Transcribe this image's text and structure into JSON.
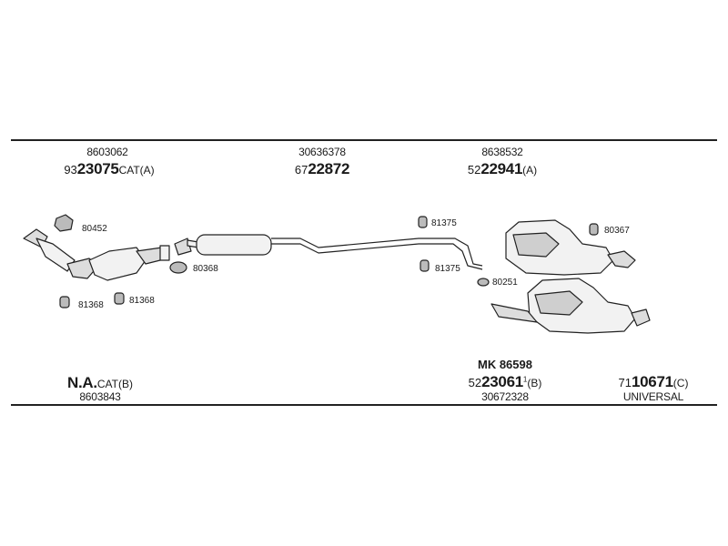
{
  "top_parts": [
    {
      "oe_number": "8603062",
      "prefix": "93",
      "main": "23075",
      "suffix": "CAT(A)"
    },
    {
      "oe_number": "30636378",
      "prefix": "67",
      "main": "22872",
      "suffix": ""
    },
    {
      "oe_number": "8638532",
      "prefix": "52",
      "main": "22941",
      "suffix": "(A)"
    }
  ],
  "bottom_parts": [
    {
      "prefix": "",
      "main": "N.A.",
      "suffix": "CAT(B)",
      "sub": "8603843"
    },
    {
      "mk": "MK  86598",
      "prefix": "52",
      "main": "23061",
      "sup": "1",
      "suffix": "(B)",
      "sub": "30672328"
    },
    {
      "prefix": "71",
      "main": "10671",
      "suffix": "(C)",
      "sub": "UNIVERSAL"
    }
  ],
  "small_parts": {
    "gasket_top": "80452",
    "gasket_mid": "80368",
    "hanger_left_1": "81368",
    "hanger_left_2": "81368",
    "hanger_mid_top": "81375",
    "hanger_mid_bottom": "81375",
    "hanger_right": "80367",
    "clamp_right": "80251"
  }
}
